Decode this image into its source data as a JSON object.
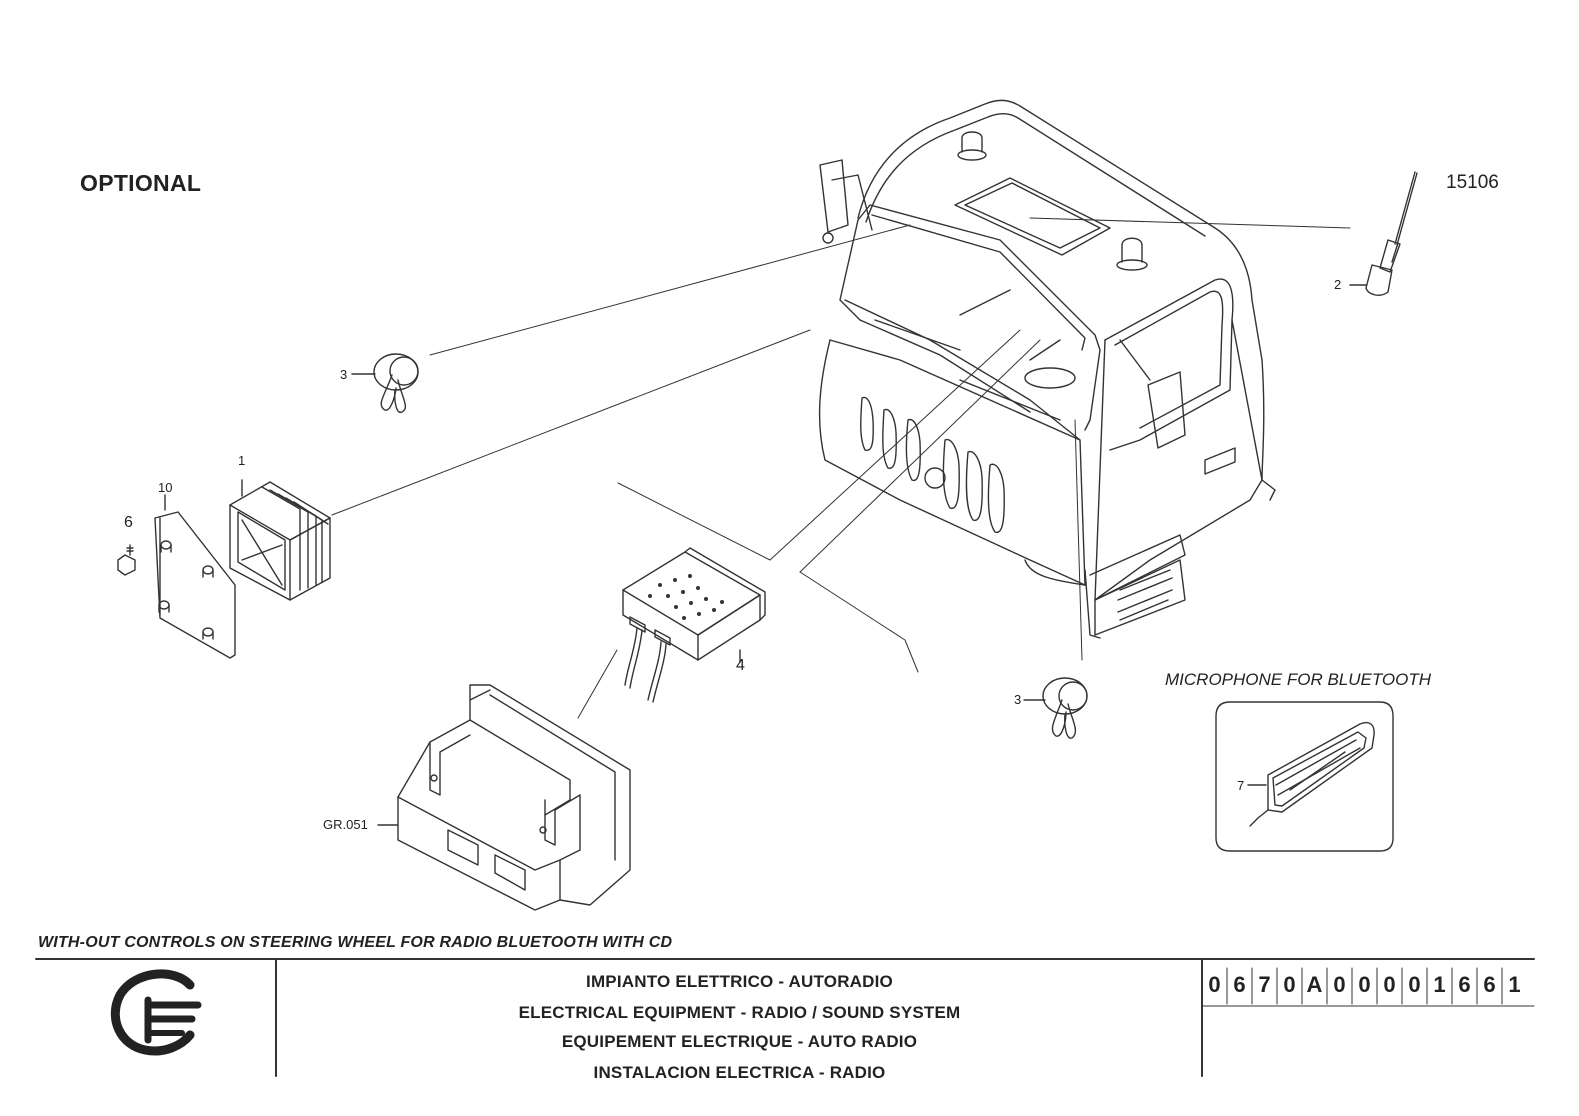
{
  "header": {
    "optional_label": "OPTIONAL",
    "drawing_number": "15106"
  },
  "callouts": {
    "antenna": "2",
    "speaker_left": "3",
    "speaker_right": "3",
    "amplifier": "1",
    "plate": "10",
    "screw": "6",
    "radio_unit": "4",
    "housing": "GR.051",
    "microphone": "7"
  },
  "microphone_box": {
    "title": "MICROPHONE FOR BLUETOOTH"
  },
  "caption": "WITH-OUT CONTROLS ON STEERING WHEEL FOR RADIO BLUETOOTH WITH CD",
  "title_block": {
    "lines": [
      "IMPIANTO ELETTRICO - AUTORADIO",
      "ELECTRICAL EQUIPMENT - RADIO / SOUND SYSTEM",
      "EQUIPEMENT ELECTRIQUE - AUTO RADIO",
      "INSTALACION ELECTRICA - RADIO"
    ],
    "code_chars": [
      "0",
      "6",
      "7",
      "0",
      "A",
      "0",
      "0",
      "0",
      "0",
      "1",
      "6",
      "6",
      "1"
    ]
  }
}
